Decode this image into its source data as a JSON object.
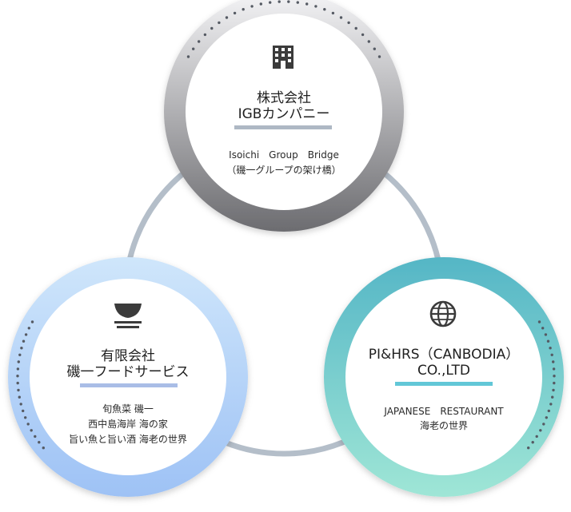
{
  "colors": {
    "connector": "#b4bec9",
    "igb_ring_light": "#f4f4f6",
    "igb_ring_dark": "#6c6c70",
    "iso_ring_light": "#cfe6fb",
    "iso_ring_dark": "#9ec2f5",
    "pi_ring_light": "#55b6c6",
    "pi_ring_dark": "#9fe6d6",
    "igb_bar": "#aeb8c4",
    "iso_bar": "#a9bde6",
    "pi_bar": "#62c7d7",
    "dots": "#555a63"
  },
  "top_company": {
    "icon": "building-icon",
    "name_line1": "株式会社",
    "name_line2": "IGBカンパニー",
    "desc_line1": "Isoichi　Group　Bridge",
    "desc_line2": "（磯一グループの架け橋）"
  },
  "left_company": {
    "icon": "rice-bowl-icon",
    "name_line1": "有限会社",
    "name_line2": "磯一フードサービス",
    "desc_line1": "旬魚菜 磯一",
    "desc_line2": "西中島海岸 海の家",
    "desc_line3": "旨い魚と旨い酒 海老の世界"
  },
  "right_company": {
    "icon": "globe-icon",
    "name_line1": "PI&HRS（CANBODIA）",
    "name_line2": "CO.,LTD",
    "desc_line1": "JAPANESE　RESTAURANT",
    "desc_line2": "海老の世界"
  }
}
